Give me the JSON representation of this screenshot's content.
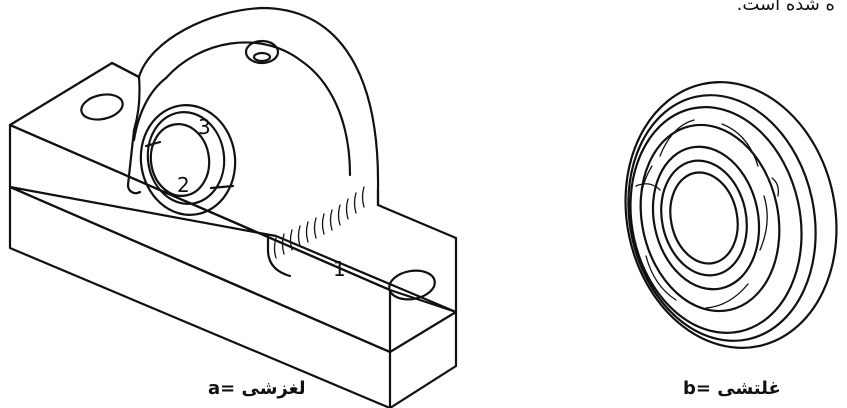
{
  "header_text": "ه شده است.",
  "figure_a": {
    "letter": "a",
    "separator": "= ",
    "label": "لغزشی",
    "part_numbers": [
      "1",
      "2",
      "3"
    ]
  },
  "figure_b": {
    "letter": "b",
    "separator": "= ",
    "label": "غلتشی"
  }
}
